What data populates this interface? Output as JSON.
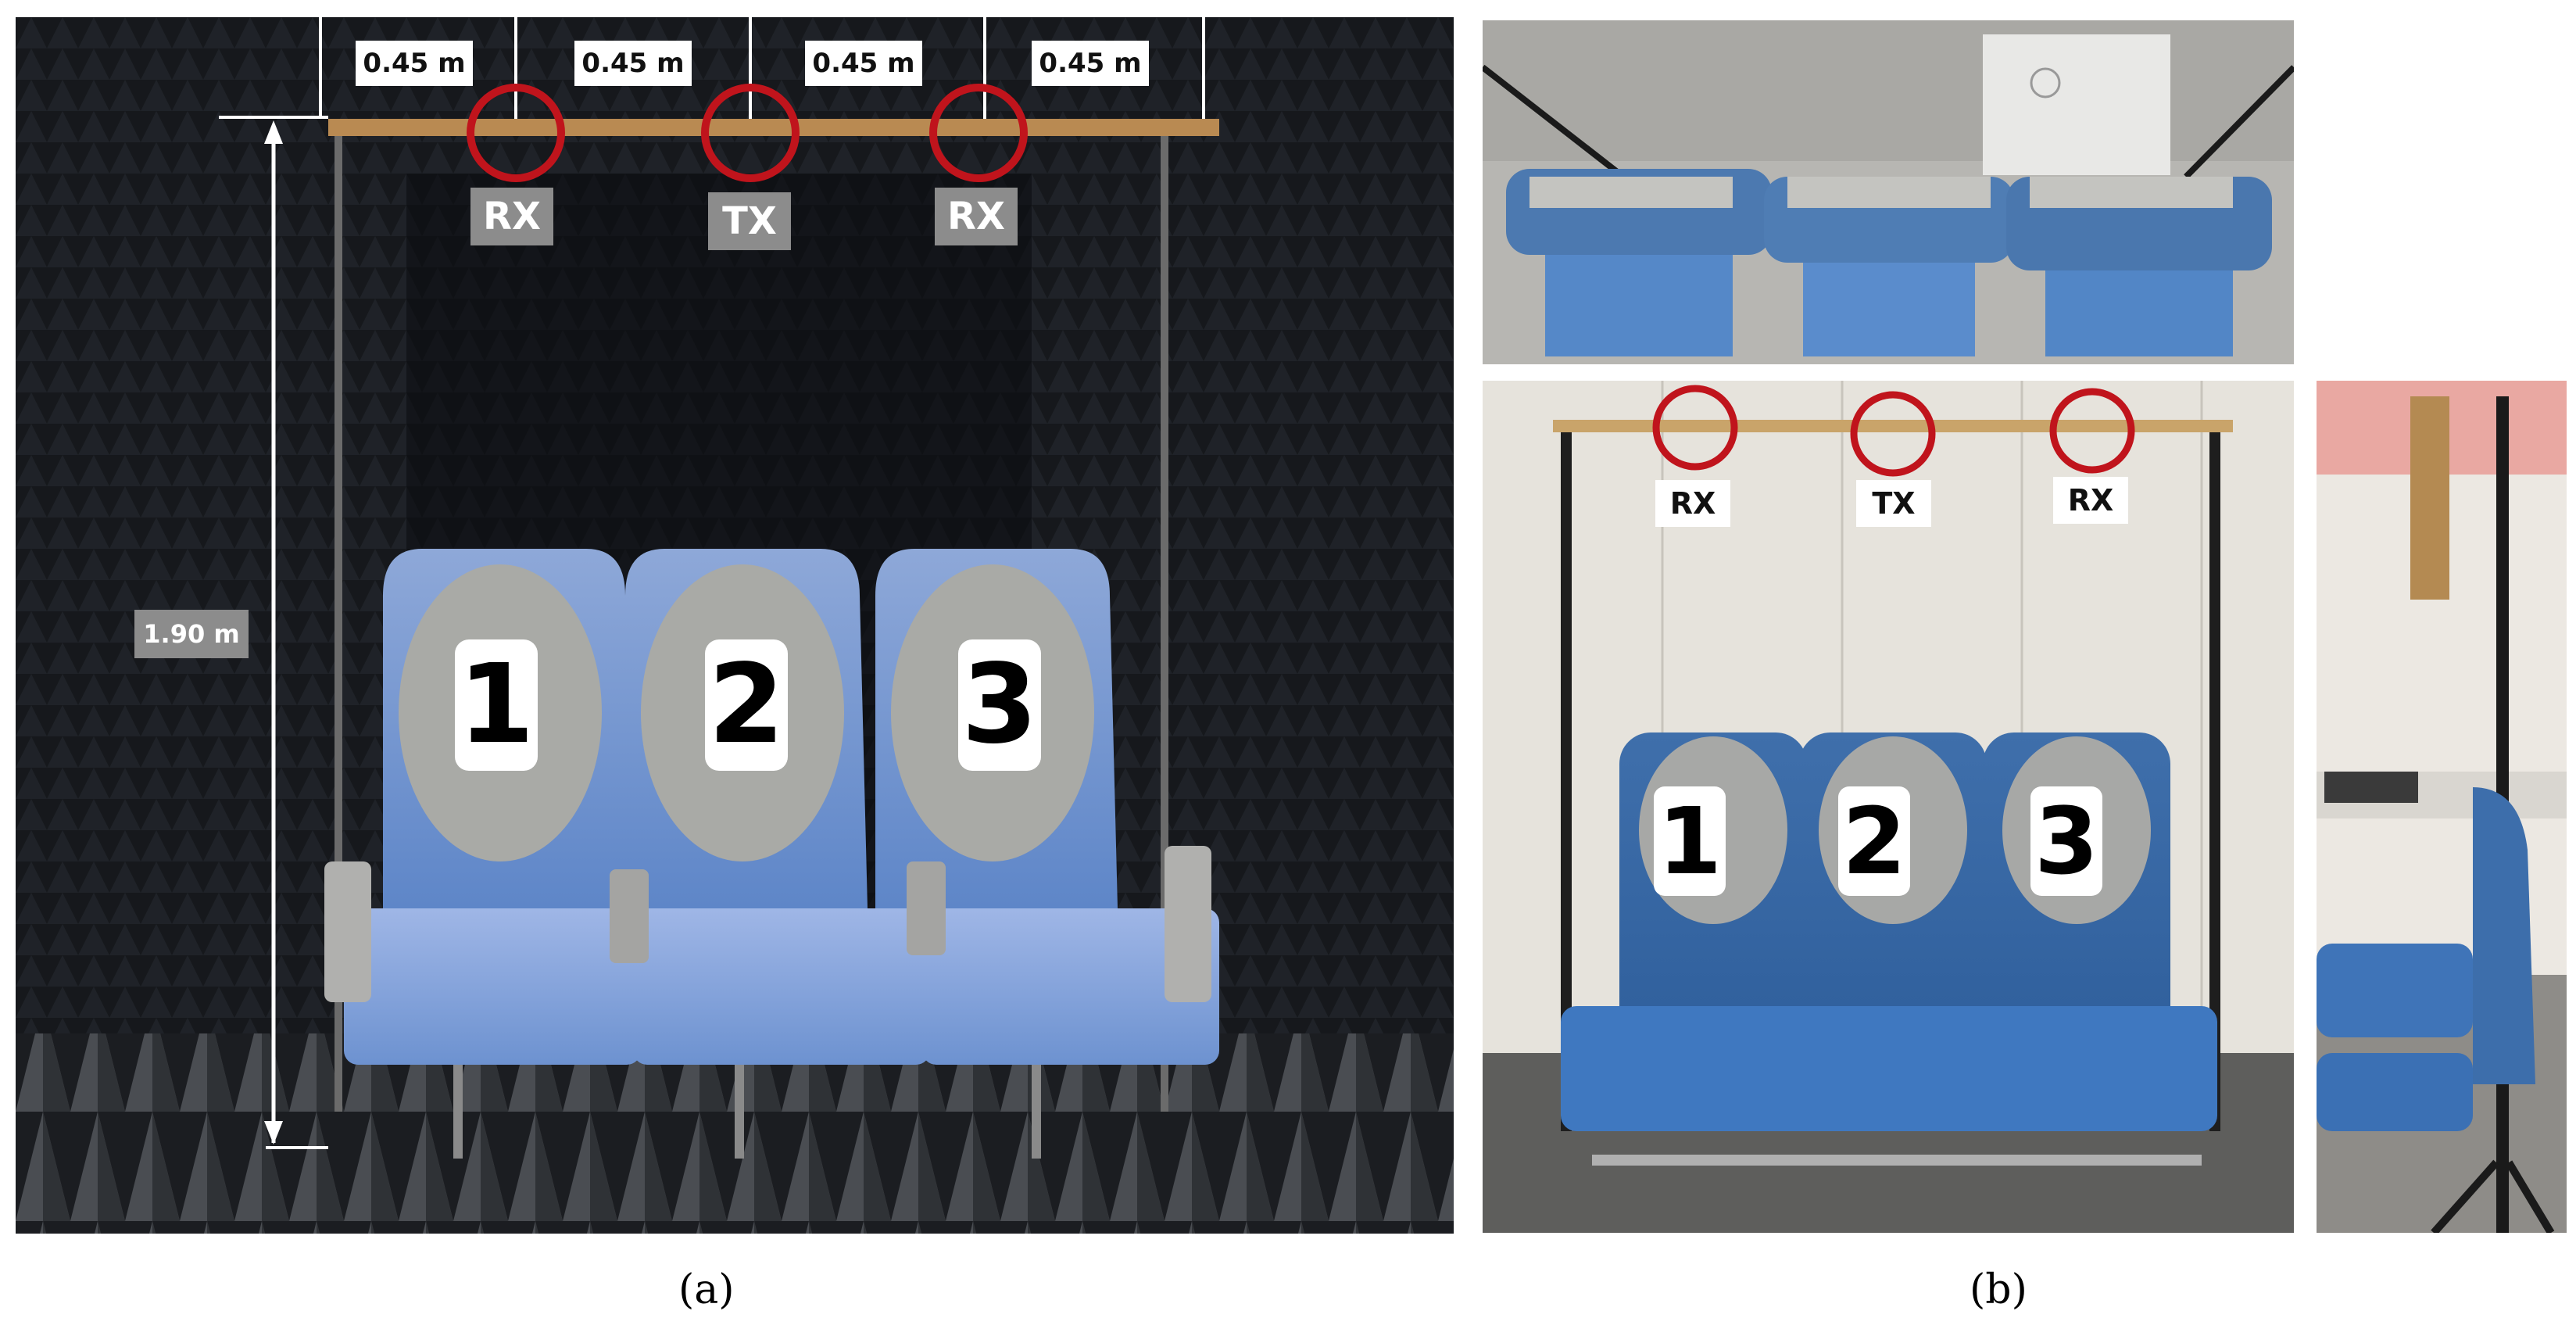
{
  "panel_a": {
    "spacing_labels": [
      "0.45 m",
      "0.45 m",
      "0.45 m",
      "0.45 m"
    ],
    "height_label": "1.90 m",
    "antenna_labels": [
      "RX",
      "TX",
      "RX"
    ],
    "seat_numbers": [
      "1",
      "2",
      "3"
    ],
    "caption": "(a)"
  },
  "panel_b": {
    "antenna_labels": [
      "RX",
      "TX",
      "RX"
    ],
    "seat_numbers": [
      "1",
      "2",
      "3"
    ],
    "caption": "(b)"
  },
  "colors": {
    "marker_circle": "#c0141c",
    "label_box": "#8c8c8c",
    "seat_blue": "#4a7fc0",
    "chamber_dark": "#121418"
  }
}
